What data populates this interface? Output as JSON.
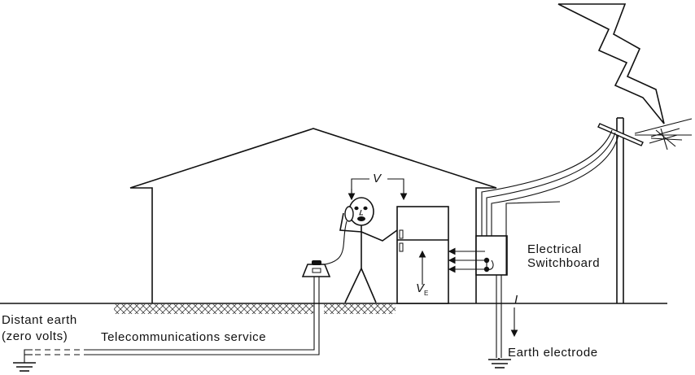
{
  "labels": {
    "distant_earth_line1": "Distant earth",
    "distant_earth_line2": "(zero volts)",
    "telecom_service": "Telecommunications service",
    "switchboard_line1": "Electrical",
    "switchboard_line2": "Switchboard",
    "earth_electrode": "Earth electrode",
    "voltage_v": "V",
    "voltage_ve_main": "V",
    "voltage_ve_sub": "E",
    "current_i": "I"
  },
  "colors": {
    "ink": "#111111",
    "background": "#ffffff"
  }
}
